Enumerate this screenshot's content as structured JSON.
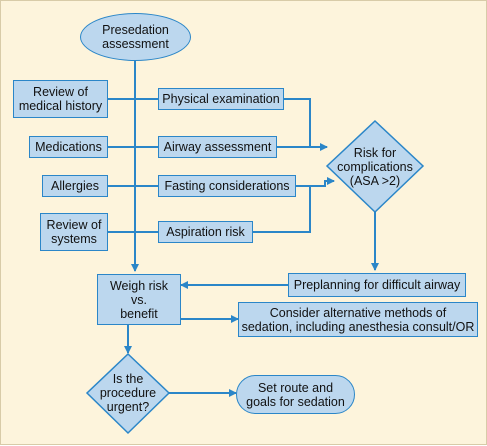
{
  "colors": {
    "background": "#fdf4dc",
    "box_fill": "#bcd7ee",
    "box_border": "#2b86c8",
    "connector": "#2b86c8"
  },
  "nodes": {
    "presedation": "Presedation\nassessment",
    "medical_history": "Review of\nmedical history",
    "physical_exam": "Physical examination",
    "medications": "Medications",
    "airway_assessment": "Airway assessment",
    "allergies": "Allergies",
    "fasting": "Fasting considerations",
    "review_systems": "Review of\nsystems",
    "aspiration": "Aspiration risk",
    "risk_complications": "Risk for\ncomplications\n(ASA >2)",
    "preplanning": "Preplanning for difficult airway",
    "weigh_risk": "Weigh risk\nvs.\nbenefit",
    "alternative_methods": "Consider alternative methods of\nsedation, including anesthesia consult/OR",
    "urgent": "Is the\nprocedure\nurgent?",
    "set_route": "Set route and\ngoals for sedation"
  }
}
